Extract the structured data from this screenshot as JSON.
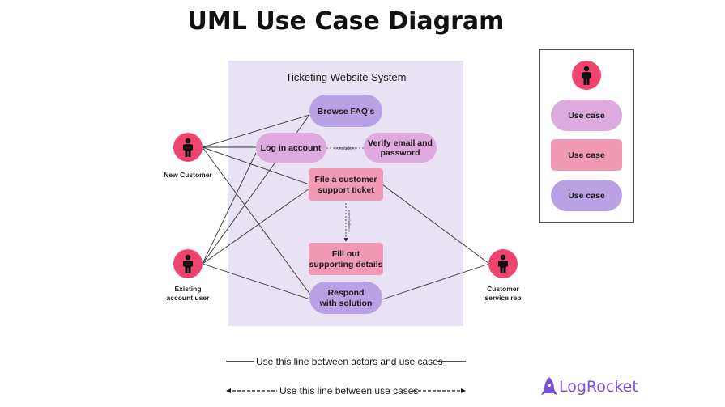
{
  "title": "UML Use Case Diagram",
  "system": {
    "label": "Ticketing Website System"
  },
  "actors": {
    "new_customer": "New Customer",
    "existing_user": [
      "Existing",
      "account user"
    ],
    "service_rep": [
      "Customer",
      "service rep"
    ]
  },
  "use_cases": {
    "browse_faq": [
      "Browse FAQ's"
    ],
    "log_in": [
      "Log in account"
    ],
    "verify": [
      "Verify email and",
      "password"
    ],
    "file_ticket": [
      "File a customer",
      "support ticket"
    ],
    "fill_details": [
      "Fill out",
      "supporting details"
    ],
    "respond": [
      "Respond",
      "with solution"
    ]
  },
  "relations": {
    "include_1": "<<include>>",
    "include_2": "<<include>>"
  },
  "legend": {
    "use_case_oval": "Use case",
    "use_case_rect": "Use case",
    "use_case_purple": "Use case"
  },
  "line_legend": {
    "solid": "Use this line between actors and use cases",
    "dashed": "Use this line between use cases"
  },
  "brand": "LogRocket",
  "colors": {
    "actor": "#f0436e",
    "system_bg": "#e8e2f4",
    "pink_oval": "#dea9dc",
    "pink_rect": "#f09ab5",
    "purple_oval": "#b9a2e3",
    "brand": "#7b4fd6"
  }
}
